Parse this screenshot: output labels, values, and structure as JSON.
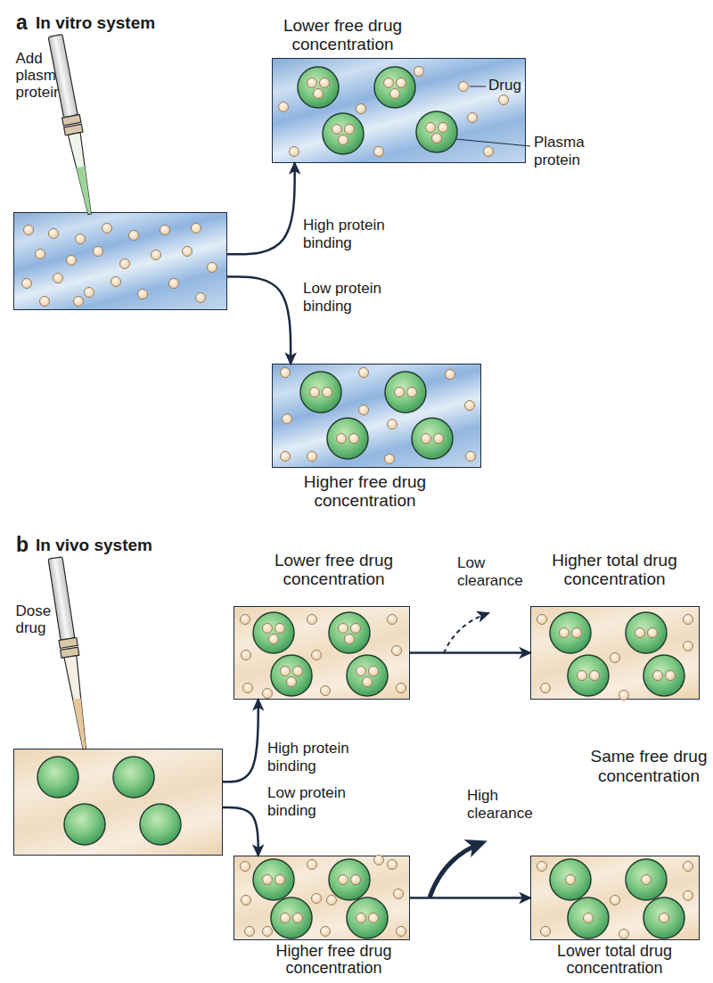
{
  "diagram": {
    "nodes": [
      {
        "text": [
          "Add plasma protein"
        ]
      },
      {
        "text": [
          "Lower free drug concentration"
        ]
      },
      {
        "text": [
          "Higher free drug concentration"
        ]
      },
      {
        "text": [
          "Dose drug"
        ]
      },
      {
        "text": [
          "Lower free drug concentration"
        ]
      },
      {
        "text": [
          "Higher total drug concentration"
        ]
      },
      {
        "text": [
          "Higher free drug concentration"
        ]
      },
      {
        "text": [
          "Lower total drug concentration"
        ]
      }
    ],
    "edges": [
      {
        "from": 0,
        "to": 1,
        "label": "High protein binding",
        "arrow": "to"
      },
      {
        "from": 0,
        "to": 2,
        "label": "Low protein binding",
        "arrow": "to"
      },
      {
        "from": 3,
        "to": 4,
        "label": "High protein binding",
        "arrow": "to"
      },
      {
        "from": 3,
        "to": 6,
        "label": "Low protein binding",
        "arrow": "to"
      },
      {
        "from": 4,
        "to": 5,
        "arrow": "to"
      },
      {
        "from": 6,
        "to": 7,
        "arrow": "to"
      }
    ],
    "labels": [
      "a",
      "In vitro system",
      "Drug",
      "Plasma protein",
      "b",
      "In vivo system",
      "Low clearance",
      "High clearance",
      "Same free drug concentration"
    ]
  }
}
